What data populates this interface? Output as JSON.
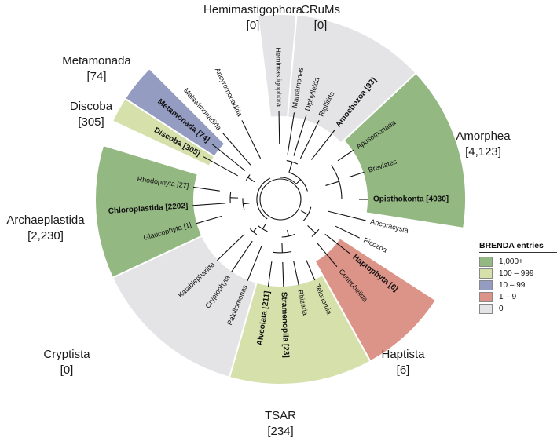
{
  "colors": {
    "1000plus": "#93b882",
    "100to999": "#d5e0ab",
    "10to99": "#949cc2",
    "1to9": "#dd9488",
    "zero": "#e4e4e6"
  },
  "supergroups": [
    {
      "id": "hemimastigophora",
      "name": "Hemimastigophora",
      "count": "[0]",
      "tier": "zero"
    },
    {
      "id": "crums",
      "name": "CRuMs",
      "count": "[0]",
      "tier": "zero"
    },
    {
      "id": "amorphea",
      "name": "Amorphea",
      "count": "[4,123]",
      "tier": "1000plus"
    },
    {
      "id": "haptista",
      "name": "Haptista",
      "count": "[6]",
      "tier": "1to9"
    },
    {
      "id": "tsar",
      "name": "TSAR",
      "count": "[234]",
      "tier": "100to999"
    },
    {
      "id": "cryptista",
      "name": "Cryptista",
      "count": "[0]",
      "tier": "zero"
    },
    {
      "id": "archaeplastida",
      "name": "Archaeplastida",
      "count": "[2,230]",
      "tier": "1000plus"
    },
    {
      "id": "discoba",
      "name": "Discoba",
      "count": "[305]",
      "tier": "100to999"
    },
    {
      "id": "metamonada",
      "name": "Metamonada",
      "count": "[74]",
      "tier": "10to99"
    }
  ],
  "tips": [
    {
      "id": "hemimastigophora",
      "label": "Hemimastigophora",
      "bold": false
    },
    {
      "id": "mantamonas",
      "label": "Mantamonas",
      "bold": false
    },
    {
      "id": "diphylleida",
      "label": "Diphylleida",
      "bold": false
    },
    {
      "id": "rigifilida",
      "label": "Rigifilida",
      "bold": false
    },
    {
      "id": "amoebozoa",
      "label": "Amoebozoa [93]",
      "bold": true
    },
    {
      "id": "apusomonada",
      "label": "Apusomonada",
      "bold": false
    },
    {
      "id": "breviates",
      "label": "Breviates",
      "bold": false
    },
    {
      "id": "opisthokonta",
      "label": "Opisthokonta [4030]",
      "bold": true
    },
    {
      "id": "ancoracysta",
      "label": "Ancoracysta",
      "bold": false
    },
    {
      "id": "picozoa",
      "label": "Picozoa",
      "bold": false
    },
    {
      "id": "haptophyta",
      "label": "Haptophyta [6]",
      "bold": true
    },
    {
      "id": "centrohelida",
      "label": "Centrohelida",
      "bold": false
    },
    {
      "id": "telonemia",
      "label": "Telonemia",
      "bold": false
    },
    {
      "id": "rhizaria",
      "label": "Rhizaria",
      "bold": false
    },
    {
      "id": "stramenopila",
      "label": "Stramenopila [23]",
      "bold": true
    },
    {
      "id": "alveolata",
      "label": "Alveolata [211]",
      "bold": true
    },
    {
      "id": "palpitomonas",
      "label": "Palpitomonas",
      "bold": false
    },
    {
      "id": "cryptophyta",
      "label": "Cryptophyta",
      "bold": false
    },
    {
      "id": "katablepharida",
      "label": "Katablepharida",
      "bold": false
    },
    {
      "id": "glaucophyta",
      "label": "Glaucophyta [1]",
      "bold": false
    },
    {
      "id": "chloroplastida",
      "label": "Chloroplastida [2202]",
      "bold": true
    },
    {
      "id": "rhodophyta",
      "label": "Rhodophyta [27]",
      "bold": false
    },
    {
      "id": "discoba",
      "label": "Discoba [305]",
      "bold": true
    },
    {
      "id": "metamonada",
      "label": "Metamonada [74]",
      "bold": true
    },
    {
      "id": "malawimonadida",
      "label": "Malawimonadida",
      "bold": false
    },
    {
      "id": "ancyromonadida",
      "label": "Ancyromonadida",
      "bold": false
    }
  ],
  "legend": {
    "title": "BRENDA entries",
    "items": [
      {
        "label": "1,000+",
        "tier": "1000plus"
      },
      {
        "label": "100 – 999",
        "tier": "100to999"
      },
      {
        "label": "10 – 99",
        "tier": "10to99"
      },
      {
        "label": "1 – 9",
        "tier": "1to9"
      },
      {
        "label": "0",
        "tier": "zero"
      }
    ]
  }
}
